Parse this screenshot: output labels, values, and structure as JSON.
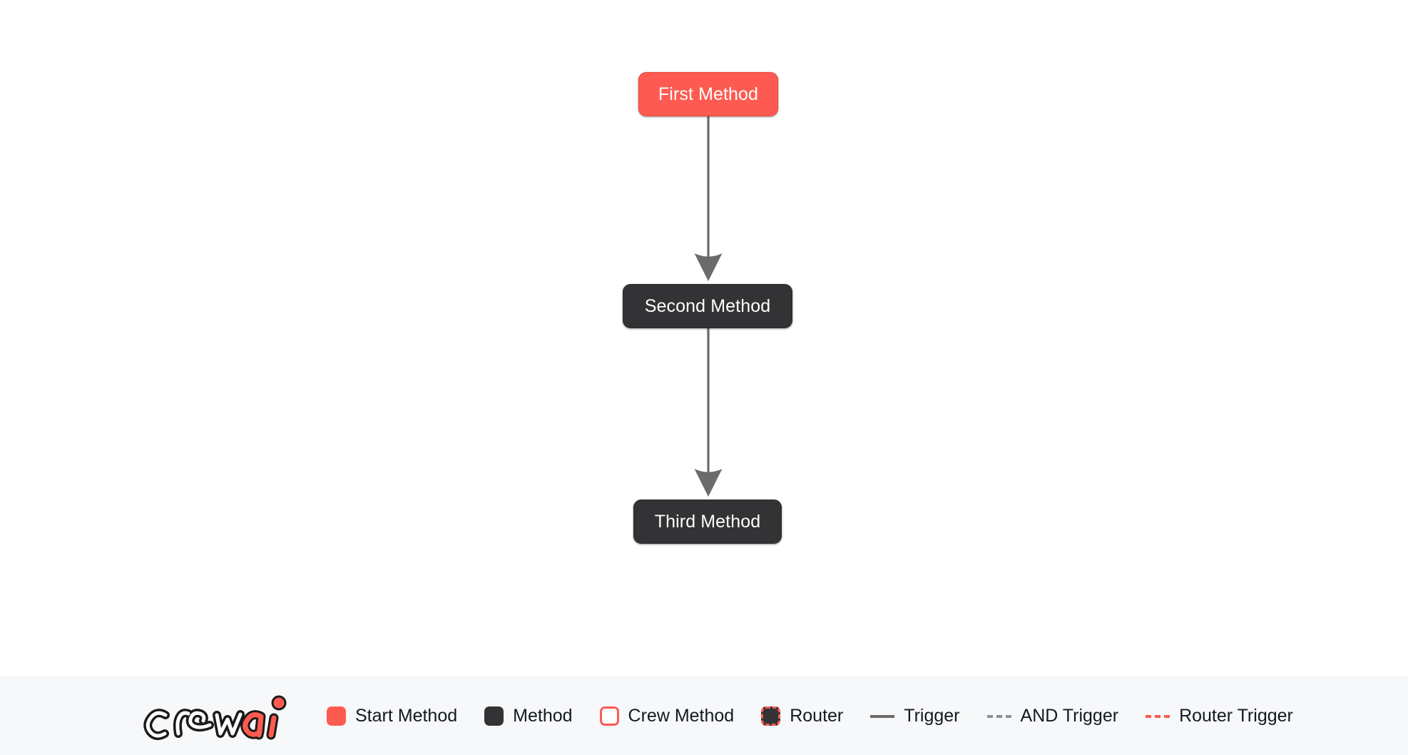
{
  "diagram": {
    "type": "flow",
    "background_color": "#ffffff",
    "nodes": [
      {
        "id": "first",
        "label": "First Method",
        "kind": "start-method",
        "color": "#fd5b51",
        "text_color": "#ffffff"
      },
      {
        "id": "second",
        "label": "Second Method",
        "kind": "method",
        "color": "#333336",
        "text_color": "#ffffff"
      },
      {
        "id": "third",
        "label": "Third Method",
        "kind": "method",
        "color": "#333336",
        "text_color": "#ffffff"
      }
    ],
    "edges": [
      {
        "from": "first",
        "to": "second",
        "kind": "trigger",
        "style": "solid",
        "color": "#6b6b6b",
        "arrow": true
      },
      {
        "from": "second",
        "to": "third",
        "kind": "trigger",
        "style": "solid",
        "color": "#6b6b6b",
        "arrow": true
      }
    ]
  },
  "legend": {
    "brand": {
      "name": "crewai",
      "word_dark": "crew",
      "word_accent": "ai",
      "accent_color": "#fd5b51",
      "dark_color": "#1a1a1a"
    },
    "items": [
      {
        "label": "Start Method",
        "marker": "swatch-filled",
        "color": "#fd5b51"
      },
      {
        "label": "Method",
        "marker": "swatch-filled",
        "color": "#333336"
      },
      {
        "label": "Crew Method",
        "marker": "swatch-outline",
        "color": "#fd5b51"
      },
      {
        "label": "Router",
        "marker": "swatch-dashed",
        "color": "#fd5b51"
      },
      {
        "label": "Trigger",
        "marker": "line-solid",
        "color": "#6b6b6b"
      },
      {
        "label": "AND Trigger",
        "marker": "line-dashed",
        "color": "#8c9196"
      },
      {
        "label": "Router Trigger",
        "marker": "line-dashed",
        "color": "#fd5b51"
      }
    ]
  }
}
